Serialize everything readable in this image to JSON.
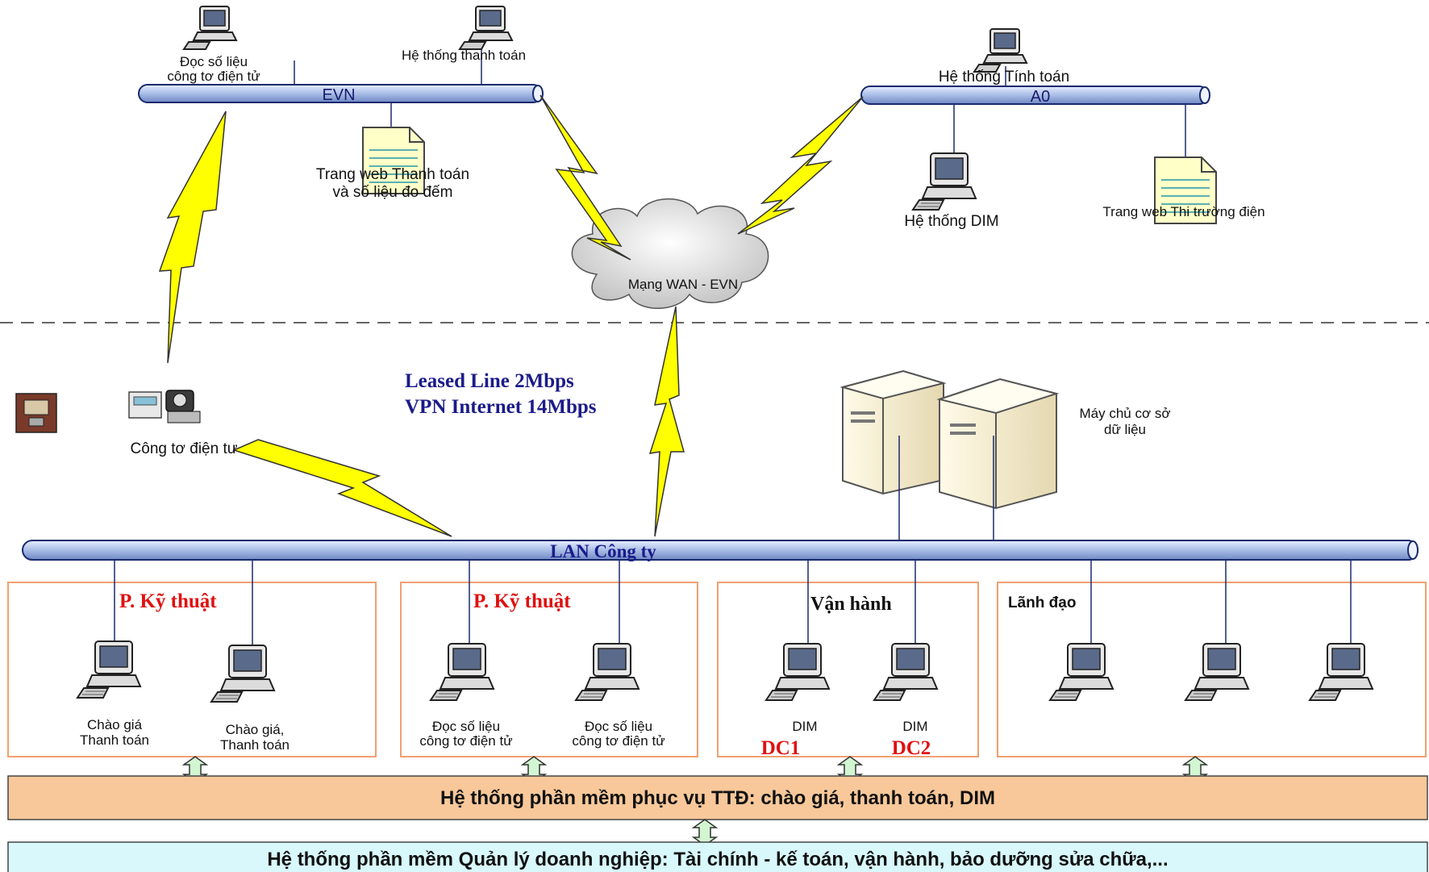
{
  "colors": {
    "bus_fill": "#b8c8e8",
    "bus_stroke": "#1a2a6e",
    "lightning": "#ffff00",
    "dept_border": "#f0a070",
    "band_orange": "#f8c89a",
    "band_cyan": "#d8f8fc",
    "red": "#e01010",
    "navy": "#1b1b8a"
  },
  "evn": {
    "bus_label": "EVN",
    "reader_label_1": "Đọc số liệu",
    "reader_label_2": "công tơ điện tử",
    "payment_system": "Hệ thống thanh toán",
    "web_label_1": "Trang web Thanh toán",
    "web_label_2": "và số liệu đo đếm"
  },
  "a0": {
    "bus_label": "A0",
    "calc_system": "Hệ thống Tính toán",
    "dim_system": "Hệ thống DIM",
    "market_web": "Trang web Thi trường điện"
  },
  "wan": {
    "label": "Mạng WAN - EVN"
  },
  "link": {
    "line1": "Leased Line 2Mbps",
    "line2": "VPN Internet 14Mbps"
  },
  "meter": {
    "label": "Công tơ điện tư"
  },
  "db_server": {
    "label_1": "Máy chủ cơ sở",
    "label_2": "dữ liệu"
  },
  "lan": {
    "label": "LAN Công ty"
  },
  "departments": [
    {
      "title": "P. Kỹ thuật",
      "pc1_a": "Chào giá",
      "pc1_b": "Thanh toán",
      "pc2_a": "Chào giá,",
      "pc2_b": "Thanh toán"
    },
    {
      "title": "P. Kỹ thuật",
      "pc1_a": "Đọc số liệu",
      "pc1_b": "công tơ điện tử",
      "pc2_a": "Đọc số liệu",
      "pc2_b": "công tơ điện tử"
    },
    {
      "title": "Vận hành",
      "pc1_a": "DIM",
      "pc1_b": "DC1",
      "pc2_a": "DIM",
      "pc2_b": "DC2"
    },
    {
      "title": "Lãnh đạo"
    }
  ],
  "bands": {
    "ttd": "Hệ thống phần mềm phục vụ TTĐ: chào giá, thanh toán, DIM",
    "erp": "Hệ thống phần mềm Quản lý doanh nghiệp: Tài chính - kế toán, vận hành, bảo dưỡng sửa chữa,..."
  }
}
